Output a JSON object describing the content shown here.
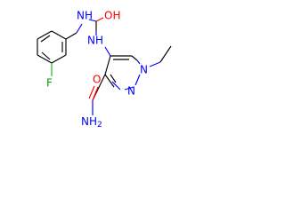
{
  "labels": {
    "nh": "NH",
    "oh": "OH",
    "f": "F",
    "nh_4": "NH",
    "n1": "N",
    "n2": "N",
    "o": "O",
    "nh2": "NH"
  },
  "subscripts": {
    "nh2": "2"
  },
  "colors": {
    "carbon": "#000000",
    "nitrogen": "#0000ff",
    "oxygen": "#ff0000",
    "fluorine": "#20b020"
  }
}
